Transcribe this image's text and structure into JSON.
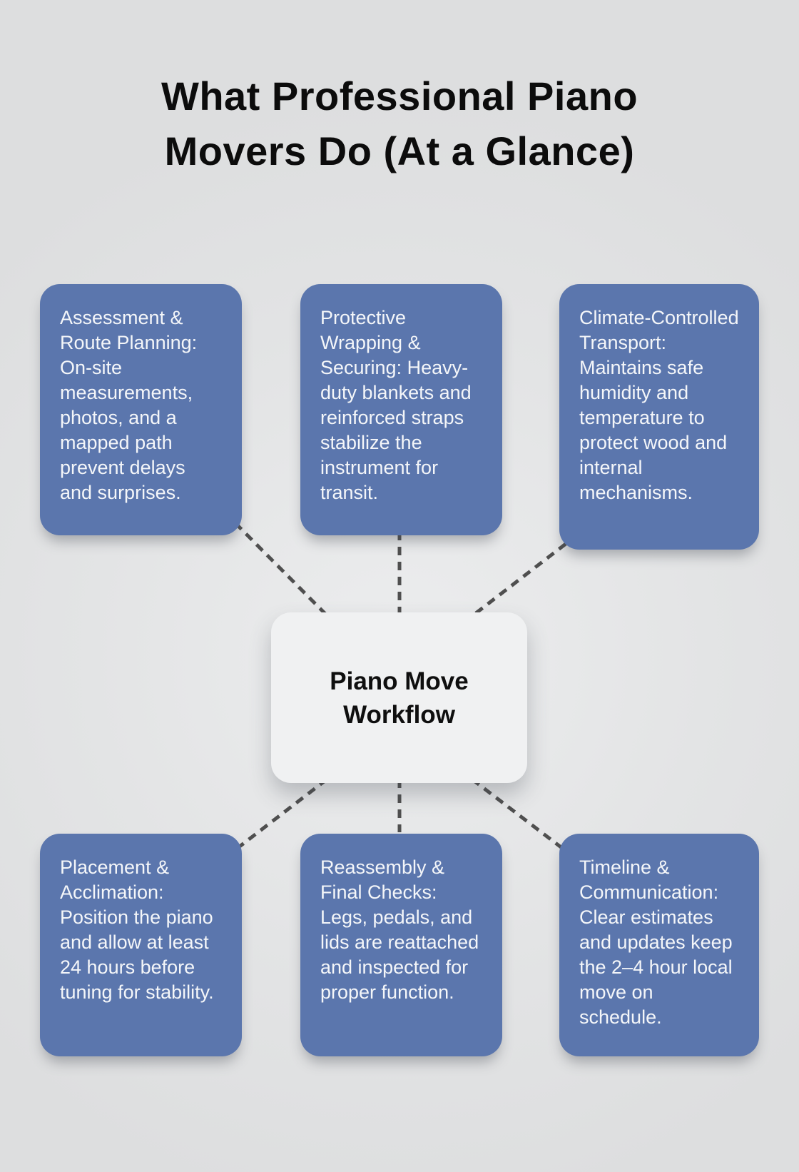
{
  "title": {
    "line1": "What Professional Piano",
    "line2": "Movers Do (At a Glance)"
  },
  "center": {
    "label": "Piano Move Workflow"
  },
  "nodes": [
    {
      "name": "assessment-route-planning",
      "text": "Assessment & Route Planning: On-site measurements, photos, and a mapped path prevent delays and surprises."
    },
    {
      "name": "protective-wrapping-securing",
      "text": "Protective Wrapping & Securing: Heavy-duty blankets and reinforced straps stabilize the instrument for transit."
    },
    {
      "name": "climate-controlled-transport",
      "text": "Climate-Controlled Transport: Maintains safe humidity and temperature to protect wood and internal mechanisms."
    },
    {
      "name": "placement-acclimation",
      "text": "Placement & Acclimation: Position the piano and allow at least 24 hours before tuning for stability."
    },
    {
      "name": "reassembly-final-checks",
      "text": "Reassembly & Final Checks: Legs, pedals, and lids are reattached and inspected for proper function."
    },
    {
      "name": "timeline-communication",
      "text": "Timeline & Communication: Clear estimates and updates keep the 2–4 hour local move on schedule."
    }
  ],
  "colors": {
    "background": "#e3e4e5",
    "node_fill": "#5b76ad",
    "node_text": "#f4f6f9",
    "hub_fill": "#f0f1f2",
    "hub_text": "#0f0f0f",
    "connector": "#4f4f4f",
    "title_text": "#0c0c0c"
  }
}
